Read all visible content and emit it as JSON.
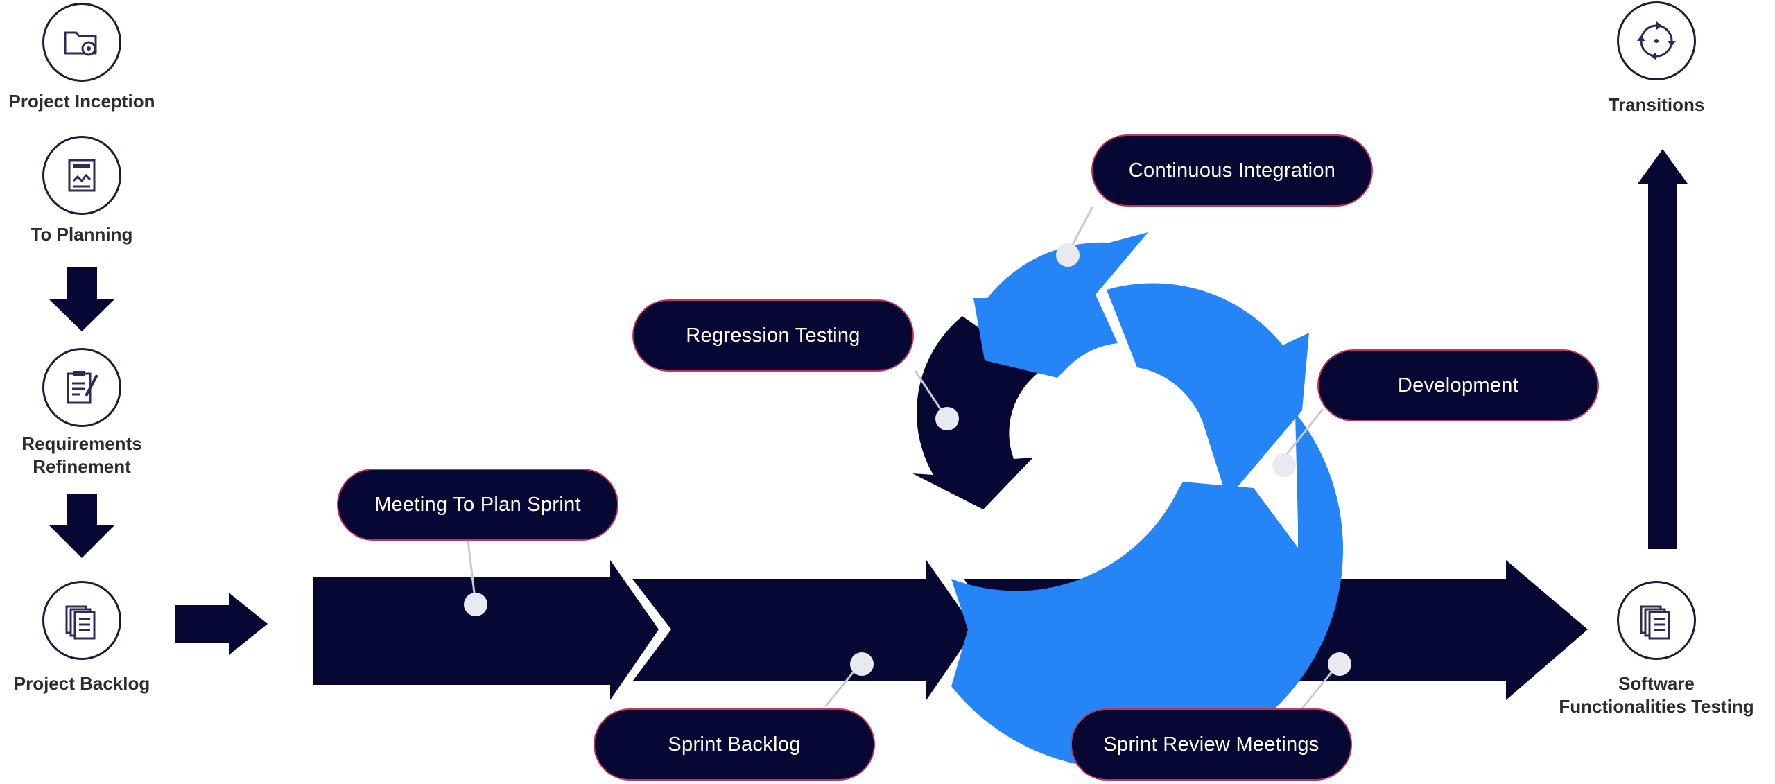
{
  "left_steps": [
    {
      "label": "Project Inception",
      "icon": "folder-bug-icon"
    },
    {
      "label": "To Planning",
      "icon": "planning-board-icon"
    },
    {
      "label": "Requirements\nRefinement",
      "icon": "clipboard-pen-icon"
    },
    {
      "label": "Project Backlog",
      "icon": "document-stack-icon"
    }
  ],
  "right_steps": [
    {
      "label": "Transitions",
      "icon": "cycle-arrows-icon"
    },
    {
      "label": "Software\nFunctionalities Testing",
      "icon": "document-stack-icon"
    }
  ],
  "callouts": {
    "meeting_to_plan_sprint": "Meeting To Plan Sprint",
    "sprint_backlog": "Sprint Backlog",
    "regression_testing": "Regression Testing",
    "continuous_integration": "Continuous Integration",
    "development": "Development",
    "sprint_review_meetings": "Sprint Review Meetings"
  },
  "colors": {
    "navy": "#070733",
    "blue": "#2585f7",
    "pill_border": "#c2345a",
    "connector_dot": "#e9eaf0",
    "text_dark": "#2b2b33"
  }
}
